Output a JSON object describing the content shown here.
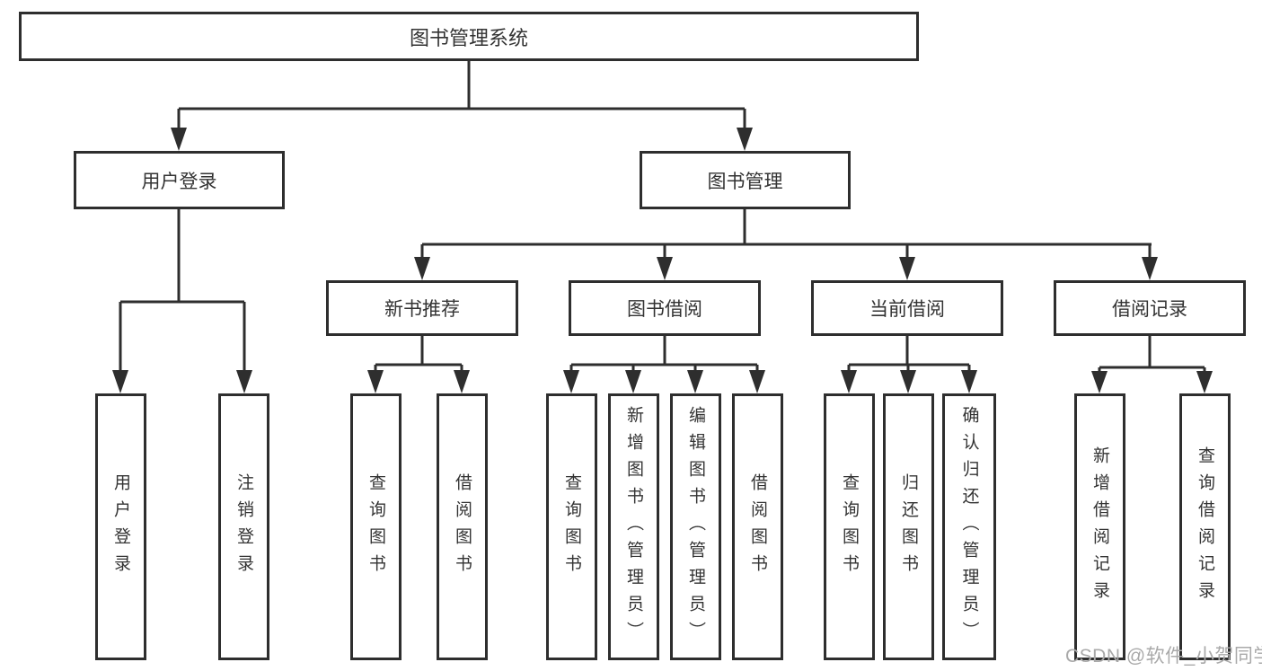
{
  "diagram": {
    "title": "图书管理系统",
    "watermark": "CSDN @软件_小贺同学",
    "colors": {
      "line": "#2e2e2e",
      "text": "#333333",
      "watermark": "#a9a9a9",
      "background": "#ffffff"
    },
    "root": {
      "label": "图书管理系统"
    },
    "branches": [
      {
        "label": "用户登录",
        "children": [
          {
            "label": "用户登录"
          },
          {
            "label": "注销登录"
          }
        ]
      },
      {
        "label": "图书管理",
        "children": [
          {
            "label": "新书推荐",
            "children": [
              {
                "label": "查询图书"
              },
              {
                "label": "借阅图书"
              }
            ]
          },
          {
            "label": "图书借阅",
            "children": [
              {
                "label": "查询图书"
              },
              {
                "label": "新增图书（管理员）"
              },
              {
                "label": "编辑图书（管理员）"
              },
              {
                "label": "借阅图书"
              }
            ]
          },
          {
            "label": "当前借阅",
            "children": [
              {
                "label": "查询图书"
              },
              {
                "label": "归还图书"
              },
              {
                "label": "确认归还（管理员）"
              }
            ]
          },
          {
            "label": "借阅记录",
            "children": [
              {
                "label": "新增借阅记录"
              },
              {
                "label": "查询借阅记录"
              }
            ]
          }
        ]
      }
    ]
  }
}
